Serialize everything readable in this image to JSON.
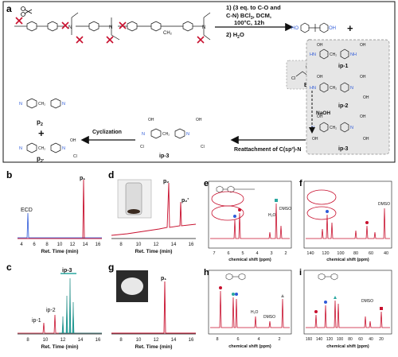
{
  "panel_a": {
    "label": "a",
    "conditions": {
      "line1": "1) (3 eq. to C-O and",
      "line2": "C-N) BCl",
      "line2_sub": "3",
      "line2_rest": ", DCM,",
      "line3": "100°C, 12h",
      "line4": "2) H",
      "line4_sub": "2",
      "line4_rest": "O"
    },
    "p1_label": "p",
    "p1_sub": "1",
    "ecd_label": "ECD",
    "ip_labels": [
      "ip-1",
      "ip-2",
      "ip-3"
    ],
    "naoh": "NaOH",
    "reattach": "Reattachment of C(sp³)-N",
    "cyclization": "Cyclization",
    "p2_label": "p",
    "p2_sub": "2",
    "p2p_label": "p",
    "p2p_sub": "2'",
    "chem_text": {
      "ho": "HO",
      "oh": "OH",
      "cl": "Cl",
      "hn": "HN",
      "nh": "NH",
      "n": "N",
      "ch2": "CH₂",
      "plus": "+"
    }
  },
  "chromatograms": [
    {
      "label": "b",
      "xlabel": "Ret. Time (min)",
      "ticks": [
        "4",
        "6",
        "8",
        "10",
        "12",
        "14",
        "16"
      ],
      "peak_labels": [
        "ECD",
        "p₁"
      ]
    },
    {
      "label": "c",
      "xlabel": "Ret. Time (min)",
      "ticks": [
        "8",
        "10",
        "12",
        "14",
        "16"
      ],
      "peak_labels": [
        "ip-1",
        "ip-2",
        "ip-3"
      ]
    },
    {
      "label": "d",
      "xlabel": "Ret. Time (min)",
      "ticks": [
        "8",
        "10",
        "12",
        "14",
        "16"
      ],
      "peak_labels": [
        "p₂",
        "p₂'"
      ]
    },
    {
      "label": "g",
      "xlabel": "Ret. Time (min)",
      "ticks": [
        "8",
        "10",
        "12",
        "14",
        "16"
      ],
      "peak_labels": [
        "p₁"
      ]
    }
  ],
  "nmr": [
    {
      "label": "e",
      "xlabel": "chemical shift (ppm)",
      "ticks": [
        "7",
        "6",
        "5",
        "4",
        "3",
        "2"
      ],
      "annot": [
        "H₂O",
        "DMSO"
      ]
    },
    {
      "label": "f",
      "xlabel": "chemical shift (ppm)",
      "ticks": [
        "140",
        "120",
        "100",
        "80",
        "60",
        "40"
      ],
      "annot": [
        "DMSO"
      ]
    },
    {
      "label": "h",
      "xlabel": "chemical shift (ppm)",
      "ticks": [
        "8",
        "6",
        "4",
        "2"
      ],
      "annot": [
        "H₂O",
        "DMSO"
      ]
    },
    {
      "label": "i",
      "xlabel": "chemical shift (ppm)",
      "ticks": [
        "160",
        "140",
        "120",
        "100",
        "80",
        "60",
        "40",
        "20"
      ],
      "annot": [
        "DMSO"
      ]
    }
  ],
  "colors": {
    "blue": "#2e5ad8",
    "red": "#c8102e",
    "teal": "#2aa7a0",
    "black": "#111111",
    "gray_box": "#e6e6e6"
  }
}
